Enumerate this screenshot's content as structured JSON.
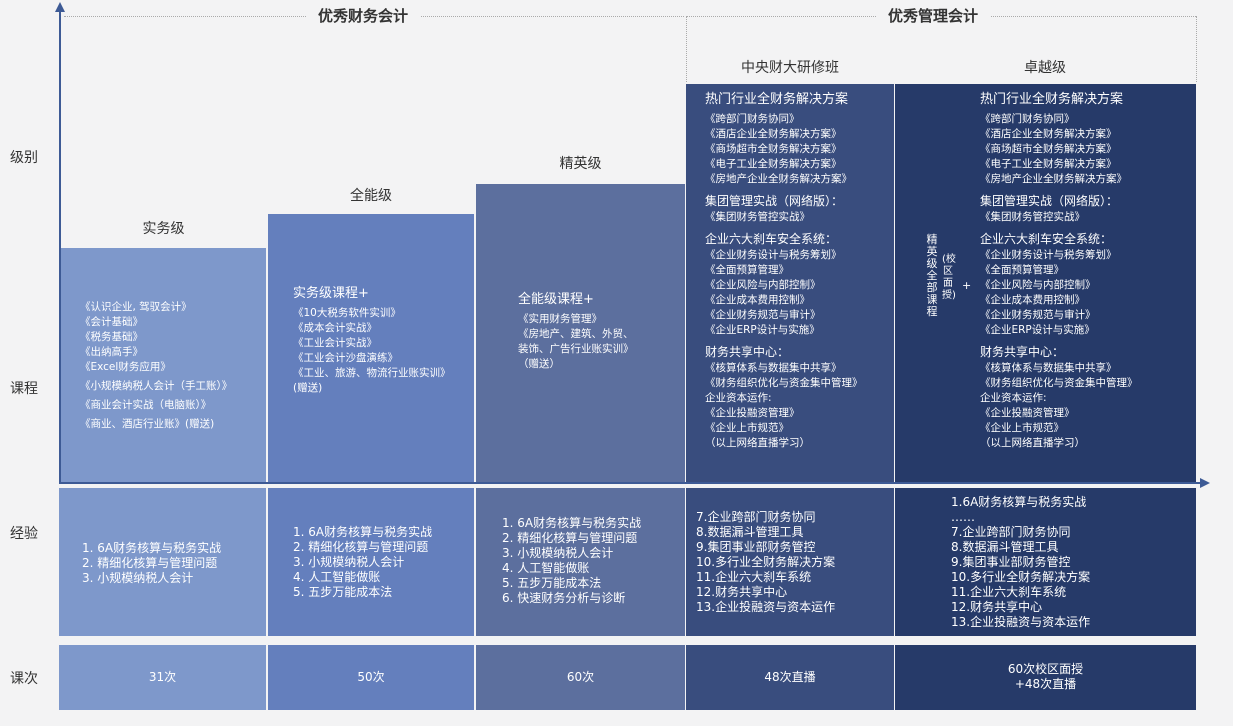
{
  "header": {
    "left_title": "优秀财务会计",
    "right_title": "优秀管理会计",
    "sub_left": "中央财大研修班",
    "sub_right": "卓越级"
  },
  "side_labels": {
    "level": "级别",
    "course": "课程",
    "experience": "经验",
    "count": "课次"
  },
  "columns": [
    {
      "level": "实务级",
      "courses": [
        "《认识企业, 驾驭会计》",
        "《会计基础》",
        "《税务基础》",
        "《出纳高手》",
        "《Excel财务应用》",
        "《小规模纳税人会计（手工账）》",
        "《商业会计实战（电脑账）》",
        "《商业、酒店行业账》(赠送)"
      ],
      "experience": [
        "1. 6A财务核算与税务实战",
        "2. 精细化核算与管理问题",
        "3. 小规模纳税人会计"
      ],
      "count": "31次"
    },
    {
      "level": "全能级",
      "course_title": "实务级课程+",
      "courses": [
        "《10大税务软件实训》",
        "《成本会计实战》",
        "《工业会计实战》",
        "《工业会计沙盘演练》",
        "《工业、旅游、物流行业账实训》",
        "(赠送)"
      ],
      "experience": [
        "1. 6A财务核算与税务实战",
        "2. 精细化核算与管理问题",
        "3. 小规模纳税人会计",
        "4. 人工智能做账",
        "5. 五步万能成本法"
      ],
      "count": "50次"
    },
    {
      "level": "精英级",
      "course_title": "全能级课程+",
      "courses": [
        "《实用财务管理》",
        "《房地产、建筑、外贸、",
        "装饰、广告行业账实训》",
        "（赠送）"
      ],
      "experience": [
        "1. 6A财务核算与税务实战",
        "2. 精细化核算与管理问题",
        "3. 小规模纳税人会计",
        "4. 人工智能做账",
        "5. 五步万能成本法",
        "6. 快速财务分析与诊断"
      ],
      "count": "60次"
    },
    {
      "sections": [
        {
          "title": "热门行业全财务解决方案",
          "items": [
            "《跨部门财务协同》",
            "《酒店企业全财务解决方案》",
            "《商场超市全财务解决方案》",
            "《电子工业全财务解决方案》",
            "《房地产企业全财务解决方案》"
          ]
        },
        {
          "title": "集团管理实战（网络版）：",
          "items": [
            "《集团财务管控实战》"
          ]
        },
        {
          "title": "企业六大刹车安全系统：",
          "items": [
            "《企业财务设计与税务筹划》",
            "《全面预算管理》",
            "《企业风险与内部控制》",
            "《企业成本费用控制》",
            "《企业财务规范与审计》",
            "《企业ERP设计与实施》"
          ]
        },
        {
          "title": "财务共享中心：",
          "items": [
            "《核算体系与数据集中共享》",
            "《财务组织优化与资金集中管理》",
            "企业资本运作:",
            "《企业投融资管理》",
            "《企业上市规范》",
            "（以上网络直播学习）"
          ]
        }
      ],
      "experience": [
        "7.企业跨部门财务协同",
        "8.数据漏斗管理工具",
        "9.集团事业部财务管控",
        "10.多行业全财务解决方案",
        "11.企业六大刹车系统",
        "12.财务共享中心",
        "13.企业投融资与资本运作"
      ],
      "count": "48次直播"
    },
    {
      "side_vertical_1": "精英级全部课程",
      "side_vertical_2": "(校区面授)",
      "plus": "+",
      "sections": [
        {
          "title": "热门行业全财务解决方案",
          "items": [
            "《跨部门财务协同》",
            "《酒店企业全财务解决方案》",
            "《商场超市全财务解决方案》",
            "《电子工业全财务解决方案》",
            "《房地产企业全财务解决方案》"
          ]
        },
        {
          "title": "集团管理实战（网络版）：",
          "items": [
            "《集团财务管控实战》"
          ]
        },
        {
          "title": "企业六大刹车安全系统：",
          "items": [
            "《企业财务设计与税务筹划》",
            "《全面预算管理》",
            "《企业风险与内部控制》",
            "《企业成本费用控制》",
            "《企业财务规范与审计》",
            "《企业ERP设计与实施》"
          ]
        },
        {
          "title": "财务共享中心：",
          "items": [
            "《核算体系与数据集中共享》",
            "《财务组织优化与资金集中管理》",
            "企业资本运作:",
            "《企业投融资管理》",
            "《企业上市规范》",
            "（以上网络直播学习）"
          ]
        }
      ],
      "experience": [
        "1.6A财务核算与税务实战",
        "……",
        "7.企业跨部门财务协同",
        "8.数据漏斗管理工具",
        "9.集团事业部财务管控",
        "10.多行业全财务解决方案",
        "11.企业六大刹车系统",
        "12.财务共享中心",
        "13.企业投融资与资本运作"
      ],
      "count": [
        "60次校区面授",
        "+48次直播"
      ]
    }
  ]
}
